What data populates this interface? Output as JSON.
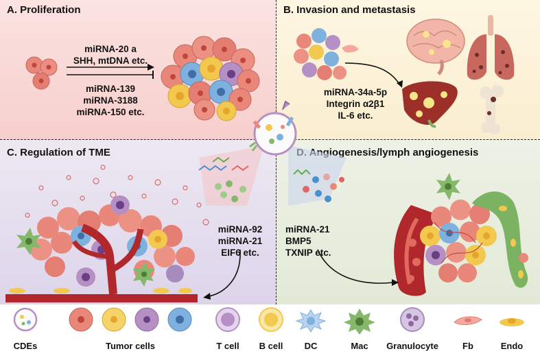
{
  "panels": {
    "a": {
      "title": "A. Proliferation",
      "promote": [
        "miRNA-20 a",
        "SHH, mtDNA etc."
      ],
      "inhibit": [
        "miRNA-139",
        "miRNA-3188",
        "miRNA-150 etc."
      ]
    },
    "b": {
      "title": "B. Invasion and metastasis",
      "factors": [
        "miRNA-34a-5p",
        "Integrin α2β1",
        "IL-6 etc."
      ]
    },
    "c": {
      "title": "C. Regulation of TME",
      "factors": [
        "miRNA-92",
        "miRNA-21",
        "EIF6 etc."
      ]
    },
    "d": {
      "title": "D. Angiogenesis/lymph angiogenesis",
      "factors": [
        "miRNA-21",
        "BMP5",
        "TXNIP etc."
      ]
    }
  },
  "legend": [
    "CDEs",
    "Tumor cells",
    "T cell",
    "B cell",
    "DC",
    "Mac",
    "Granulocyte",
    "Fb",
    "Endo"
  ],
  "colors": {
    "tumor": "#e9877a",
    "tcell": "#b690c4",
    "bcell": "#f3c84e",
    "dc": "#7fb1de",
    "mac": "#86b86b",
    "granulocyte": "#a88bbd",
    "vessel": "#b0282c",
    "lymph": "#7bb362"
  }
}
